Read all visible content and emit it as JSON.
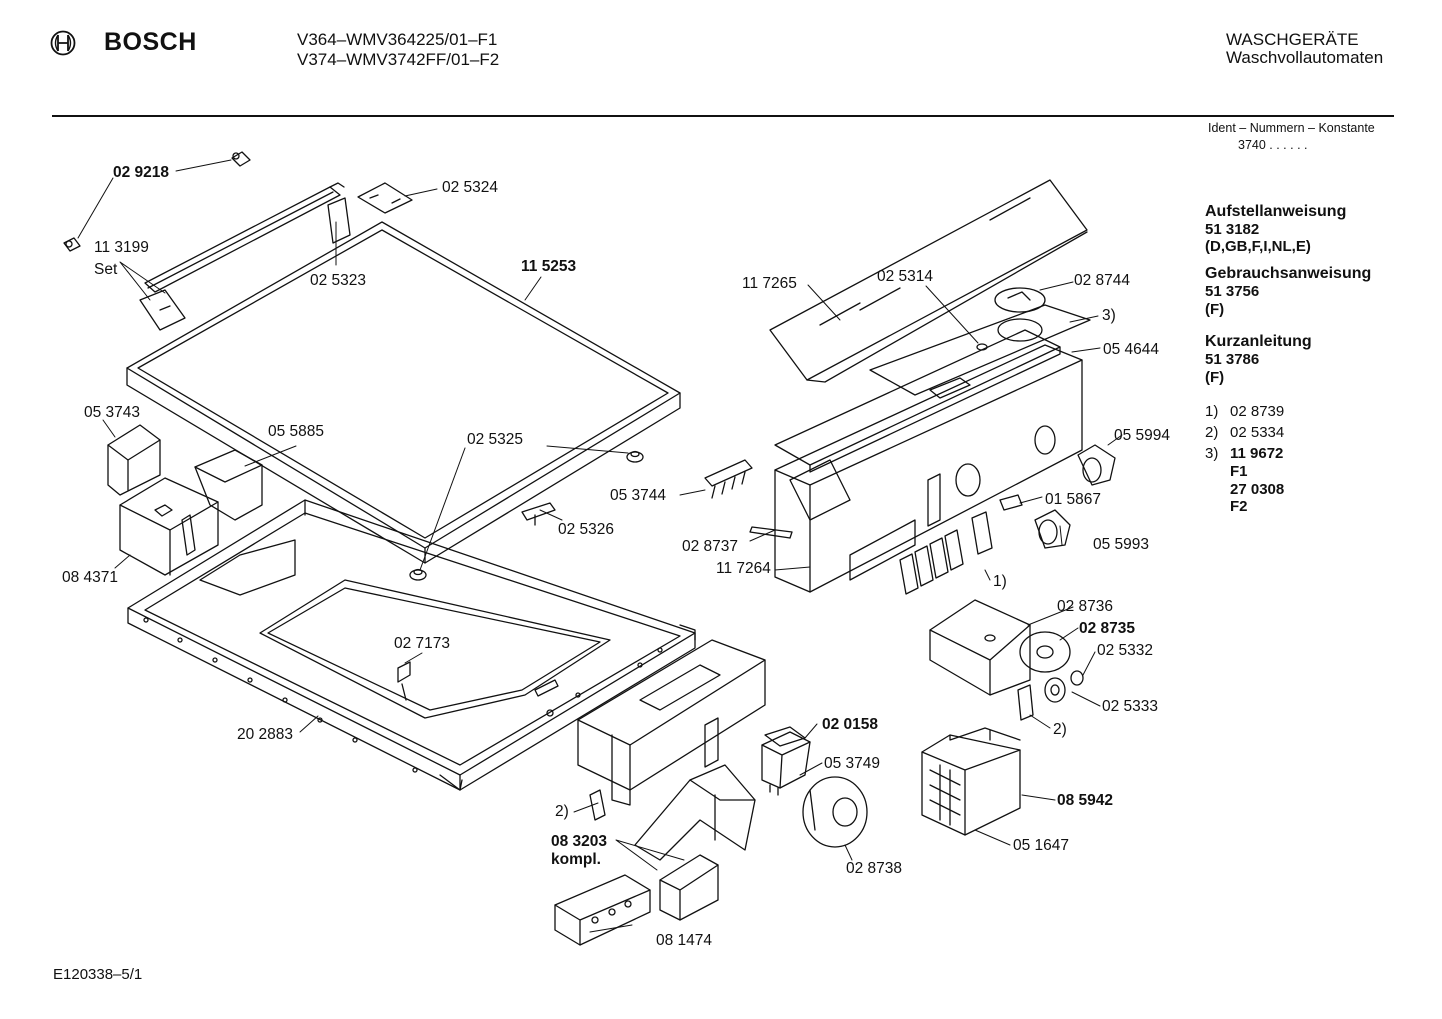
{
  "header": {
    "brand": "BOSCH",
    "models": [
      "V364–WMV364225/01–F1",
      "V374–WMV3742FF/01–F2"
    ],
    "category": "WASCHGERÄTE",
    "subcategory": "Waschvollautomaten"
  },
  "ident": {
    "label": "Ident – Nummern – Konstante",
    "value": "3740  .  .  .  .  .  ."
  },
  "docs": [
    {
      "title": "Aufstellanweisung",
      "number": "51 3182",
      "langs": "(D,GB,F,I,NL,E)"
    },
    {
      "title": "Gebrauchsanweisung",
      "number": "51 3756",
      "langs": "(F)"
    },
    {
      "title": "Kurzanleitung",
      "number": "51 3786",
      "langs": "(F)"
    }
  ],
  "footnotes": [
    {
      "key": "1)",
      "value": "02 8739"
    },
    {
      "key": "2)",
      "value": "02 5334"
    },
    {
      "key": "3)",
      "value": "11 9672",
      "extra": [
        "F1",
        "27 0308",
        "F2"
      ]
    }
  ],
  "parts": {
    "p029218": "02 9218",
    "p113199": "11 3199",
    "set": "Set",
    "p025324": "02 5324",
    "p025323": "02 5323",
    "p115253": "11 5253",
    "p053743": "05 3743",
    "p055885": "05 5885",
    "p025325": "02 5325",
    "p025326": "02 5326",
    "p084371": "08 4371",
    "p027173": "02 7173",
    "p202883": "20 2883",
    "n2a": "2)",
    "p083203": "08 3203",
    "kompl": "kompl.",
    "p081474": "08 1474",
    "p117265": "11 7265",
    "p025314": "02 5314",
    "p028744": "02 8744",
    "n3": "3)",
    "p054644": "05 4644",
    "p055994": "05 5994",
    "p053744": "05 3744",
    "p015867": "01 5867",
    "p028737": "02 8737",
    "p055993": "05 5993",
    "p117264": "11 7264",
    "n1": "1)",
    "p028736": "02 8736",
    "p028735": "02 8735",
    "p025332": "02 5332",
    "p025333": "02 5333",
    "n2b": "2)",
    "p020158": "02 0158",
    "p053749": "05 3749",
    "p085942": "08 5942",
    "p051647": "05 1647",
    "p028738": "02 8738"
  },
  "footer": {
    "code": "E120338–5/1"
  }
}
